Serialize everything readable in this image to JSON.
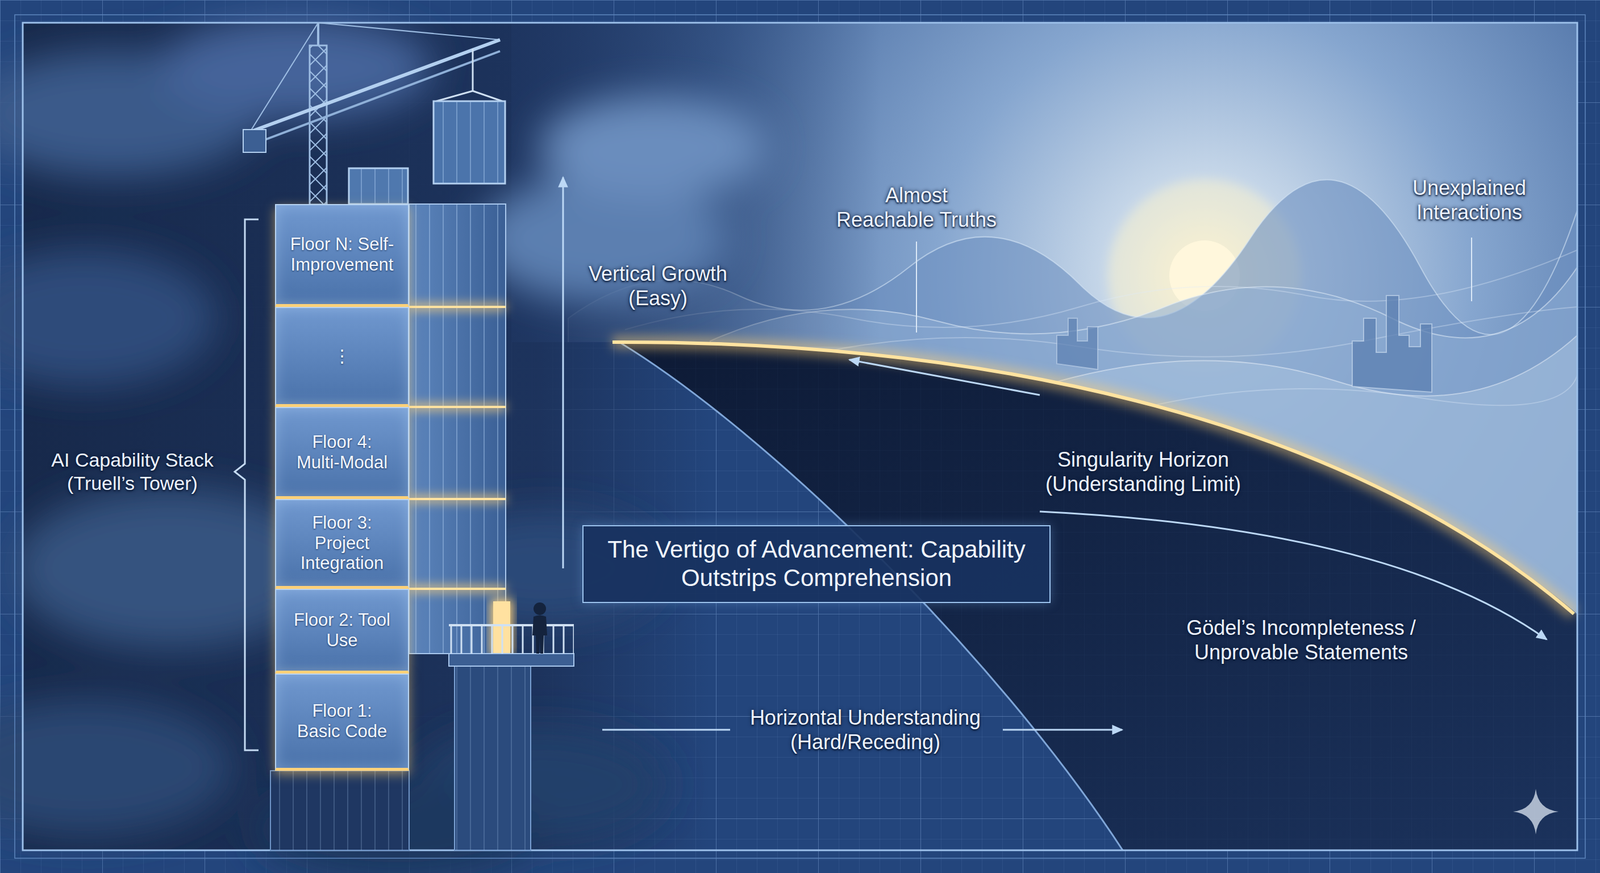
{
  "diagram": {
    "title": "The Vertigo of Advancement: Capability Outstrips Comprehension",
    "nodes": [
      {
        "text": [
          "Floor N: Self-Improvement"
        ]
      },
      {
        "text": [
          "⋮"
        ]
      },
      {
        "text": [
          "Floor 4: Multi-Modal"
        ]
      },
      {
        "text": [
          "Floor 3: Project Integration"
        ]
      },
      {
        "text": [
          "Floor 2: Tool Use"
        ]
      },
      {
        "text": [
          "Floor 1: Basic Code"
        ]
      }
    ],
    "labels": [
      "AI Capability Stack (Truell’s Tower)",
      "Vertical Growth (Easy)",
      "Almost Reachable Truths",
      "Unexplained Interactions",
      "Singularity Horizon (Understanding Limit)",
      "Gödel’s Incompleteness / Unprovable Statements",
      "Horizontal Understanding (Hard/Receding)"
    ]
  }
}
